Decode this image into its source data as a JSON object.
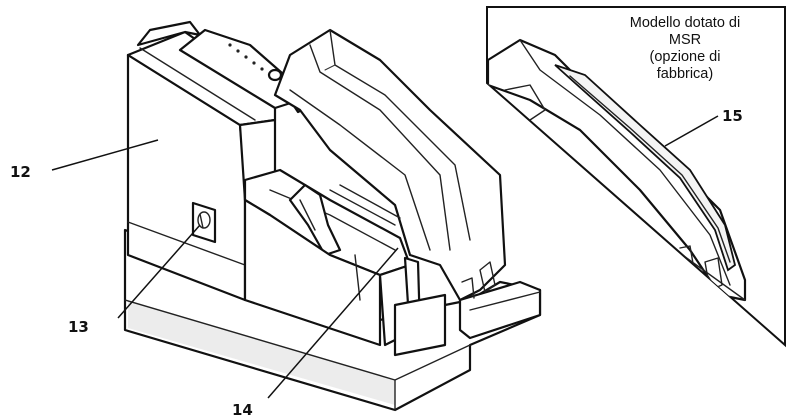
{
  "callouts": {
    "c12": "12",
    "c13": "13",
    "c14": "14",
    "c15": "15"
  },
  "inset": {
    "caption_lines": [
      "Modello dotato di",
      "MSR",
      "(opzione di",
      "fabbrica)"
    ]
  },
  "colors": {
    "line": "#111111",
    "fill": "#ffffff",
    "shade": "#ececec"
  }
}
